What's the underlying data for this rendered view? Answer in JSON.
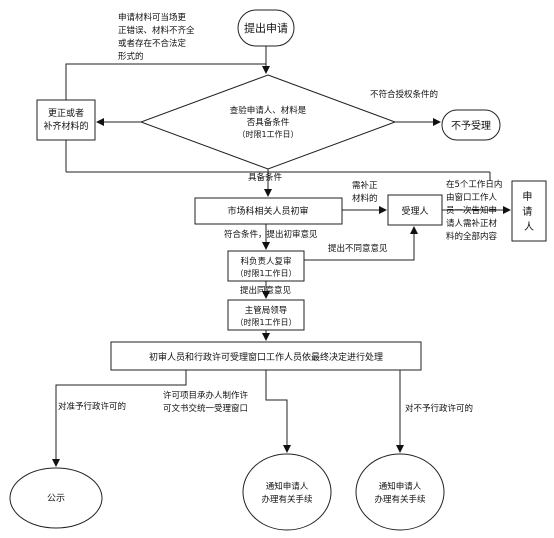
{
  "nodes": {
    "start": "提出申请",
    "check_line1": "查验申请人、材料是",
    "check_line2": "否具备条件",
    "check_line3": "（时限1工作日）",
    "correct_line1": "更正或者",
    "correct_line2": "补齐材料的",
    "reject": "不予受理",
    "initial_review": "市场科相关人员初审",
    "acceptor": "受理人",
    "applicant": "申请人",
    "chief_line1": "科负责人复审",
    "chief_line2": "（时限1工作日）",
    "leader_line1": "主管局领导",
    "leader_line2": "（时限1工作日）",
    "final": "初审人员和行政许可受理窗口工作人员依最终决定进行处理",
    "publicize": "公示",
    "notify_a_line1": "通知申请人",
    "notify_a_line2": "办理有关手续",
    "notify_b_line1": "通知申请人",
    "notify_b_line2": "办理有关手续"
  },
  "labels": {
    "correct_note_1": "申请材料可当场更",
    "correct_note_2": "正错误、材料不齐全",
    "correct_note_3": "或者存在不合法定",
    "correct_note_4": "形式的",
    "not_authorized": "不符合授权条件的",
    "meets": "具备条件",
    "need_supplement_1": "需补正",
    "need_supplement_2": "材料的",
    "notify_note_1": "在5个工作日内",
    "notify_note_2": "由窗口工作人",
    "notify_note_3": "员一次告知申",
    "notify_note_4": "请人需补正材",
    "notify_note_5": "料的全部内容",
    "pass_initial": "符合条件，提出初审意见",
    "disagree": "提出不同意意见",
    "agree": "提出同意意见",
    "permit": "对准予行政许可的",
    "make_doc_1": "许可项目承办人制作许",
    "make_doc_2": "可文书交统一受理窗口",
    "not_permit": "对不予行政许可的"
  }
}
